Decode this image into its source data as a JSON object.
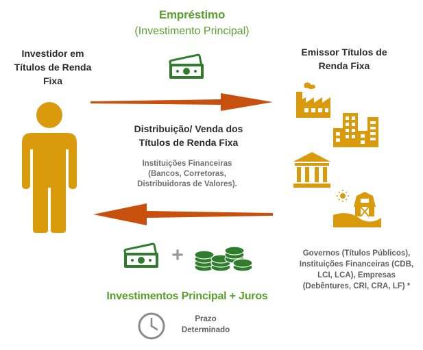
{
  "top_label": {
    "title": "Empréstimo",
    "subtitle": "(Investimento Principal)"
  },
  "investor": {
    "line1": "Investidor em",
    "line2": "Títulos de Renda",
    "line3": "Fixa"
  },
  "issuer": {
    "line1": "Emissor Títulos de",
    "line2": "Renda Fixa"
  },
  "distribution": {
    "line1": "Distribuição/ Venda  dos",
    "line2": "Títulos de Renda Fixa"
  },
  "institutions": {
    "line1": "Instituições Financeiras",
    "line2": "(Bancos, Corretoras,",
    "line3": "Distribuidoras de Valores)."
  },
  "issuers_list": {
    "line1": "Governos (Títulos Públicos),",
    "line2": "Instituições Financeiras (CDB,",
    "line3": "LCI, LCA), Empresas",
    "line4": "(Debêntures, CRI, CRA, LF) *"
  },
  "return_label": {
    "text": "Investimentos Principal  +  Juros",
    "plus": "+"
  },
  "term": {
    "line1": "Prazo",
    "line2": "Determinado"
  },
  "colors": {
    "green": "#5aa02c",
    "gold": "#d99a0b",
    "arrow_orange": "#c8500e",
    "money_green": "#2f7d2c"
  }
}
